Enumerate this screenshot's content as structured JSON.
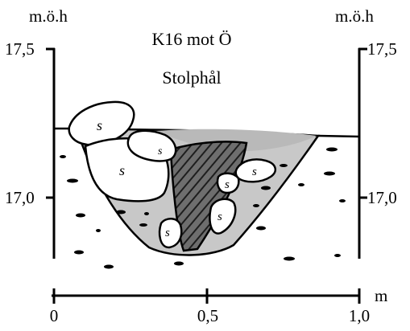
{
  "title": "K16 mot Ö",
  "subtitle": "Stolphål",
  "y_axis": {
    "unit_left": "m.ö.h",
    "unit_right": "m.ö.h",
    "ticks": [
      {
        "value": 17.5,
        "label": "17,5"
      },
      {
        "value": 17.0,
        "label": "17,0"
      }
    ]
  },
  "x_axis": {
    "unit": "m",
    "ticks": [
      {
        "value": 0,
        "label": "0"
      },
      {
        "value": 0.5,
        "label": "0,5"
      },
      {
        "value": 1.0,
        "label": "1,0"
      }
    ]
  },
  "stone_symbol": "s",
  "colors": {
    "ink": "#000000",
    "fill_grey": "#c8c8c8",
    "fill_dark_hatch": "#555555",
    "background": "#ffffff"
  }
}
